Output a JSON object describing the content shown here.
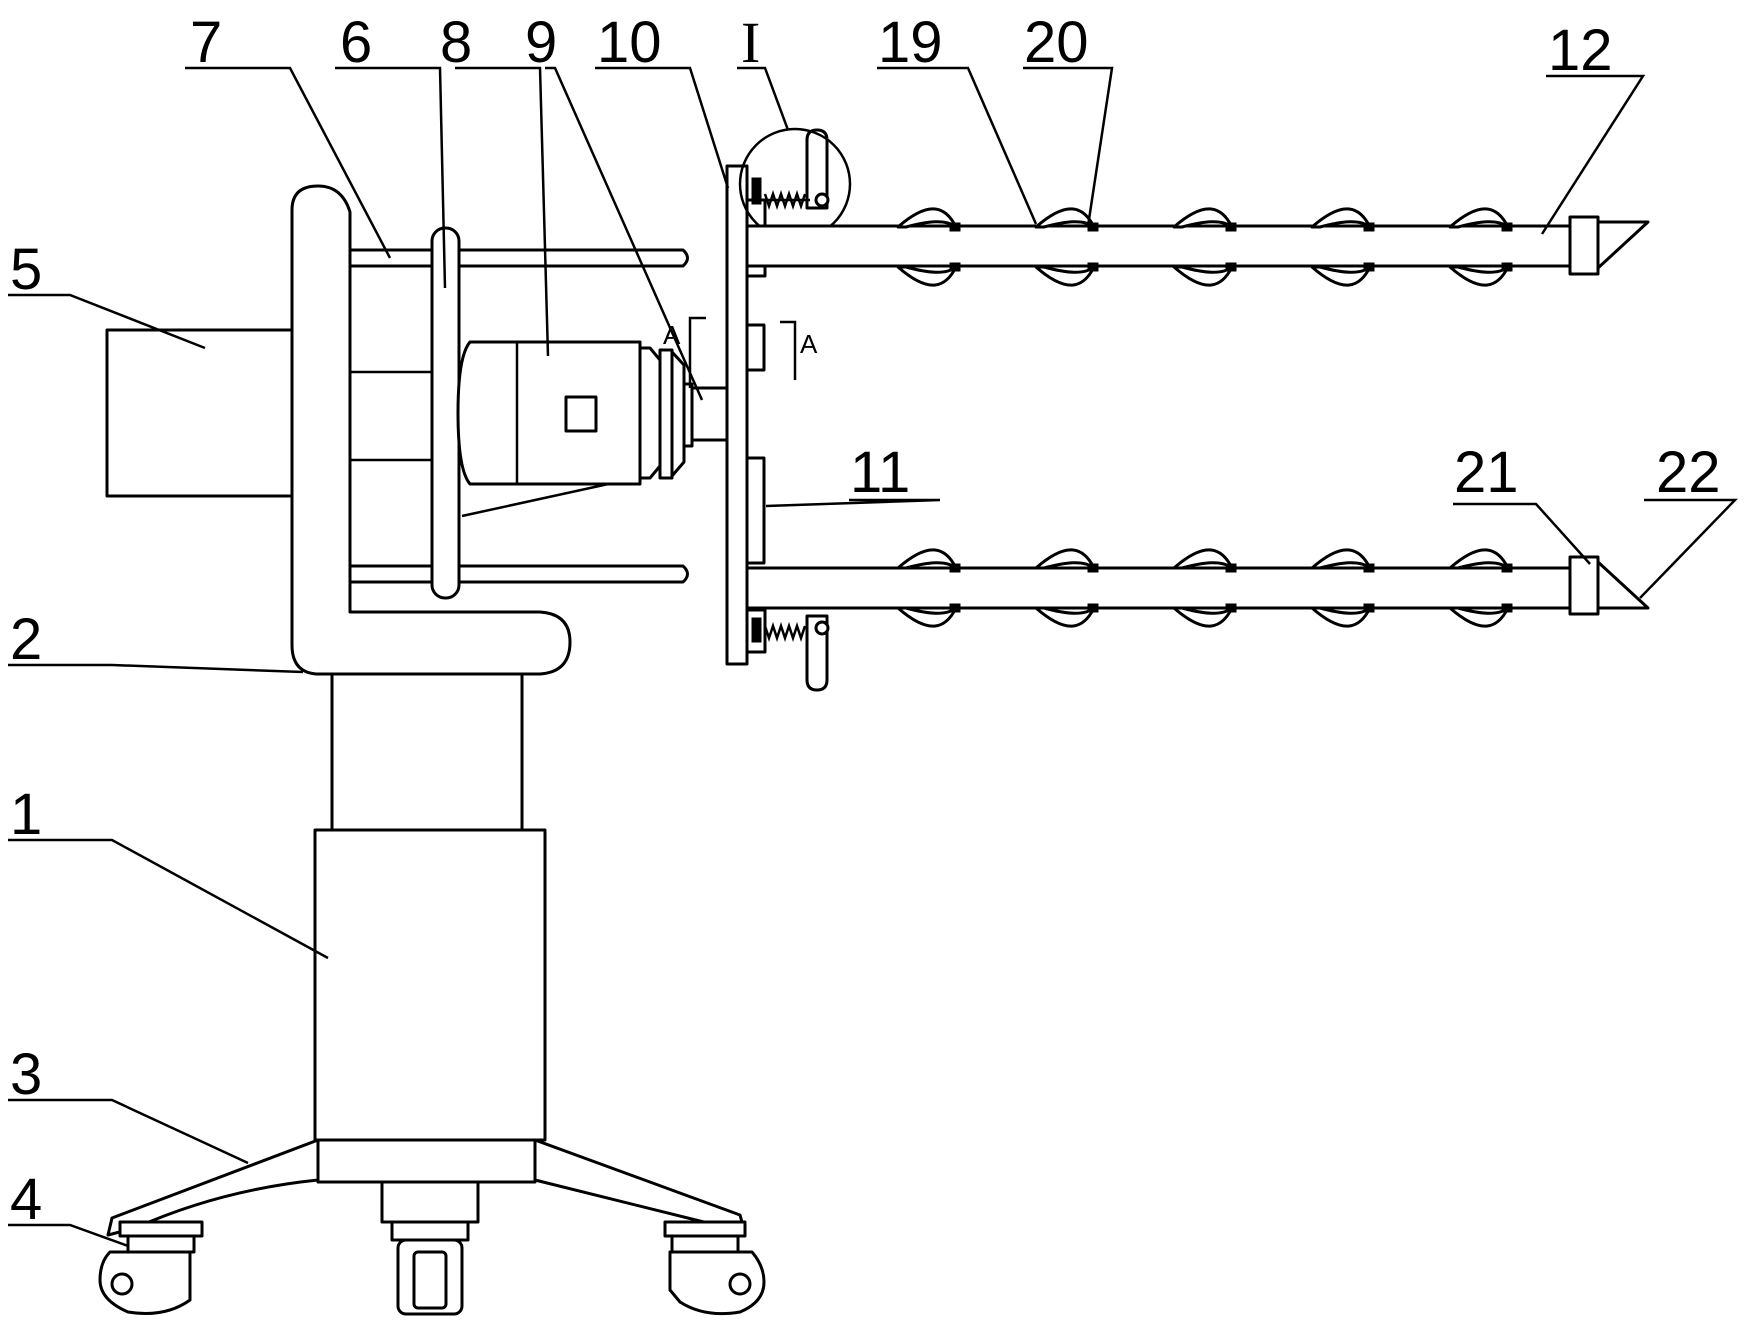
{
  "labels": {
    "l1": "1",
    "l2": "2",
    "l3": "3",
    "l4": "4",
    "l5": "5",
    "l6": "6",
    "l7": "7",
    "l8": "8",
    "l9": "9",
    "l10": "10",
    "l11": "11",
    "l12": "12",
    "l19": "19",
    "l20": "20",
    "l21": "21",
    "l22": "22",
    "detail": "I"
  },
  "section_marks": {
    "left": "A",
    "right": "A"
  },
  "colors": {
    "line": "#000000",
    "background": "#ffffff"
  }
}
